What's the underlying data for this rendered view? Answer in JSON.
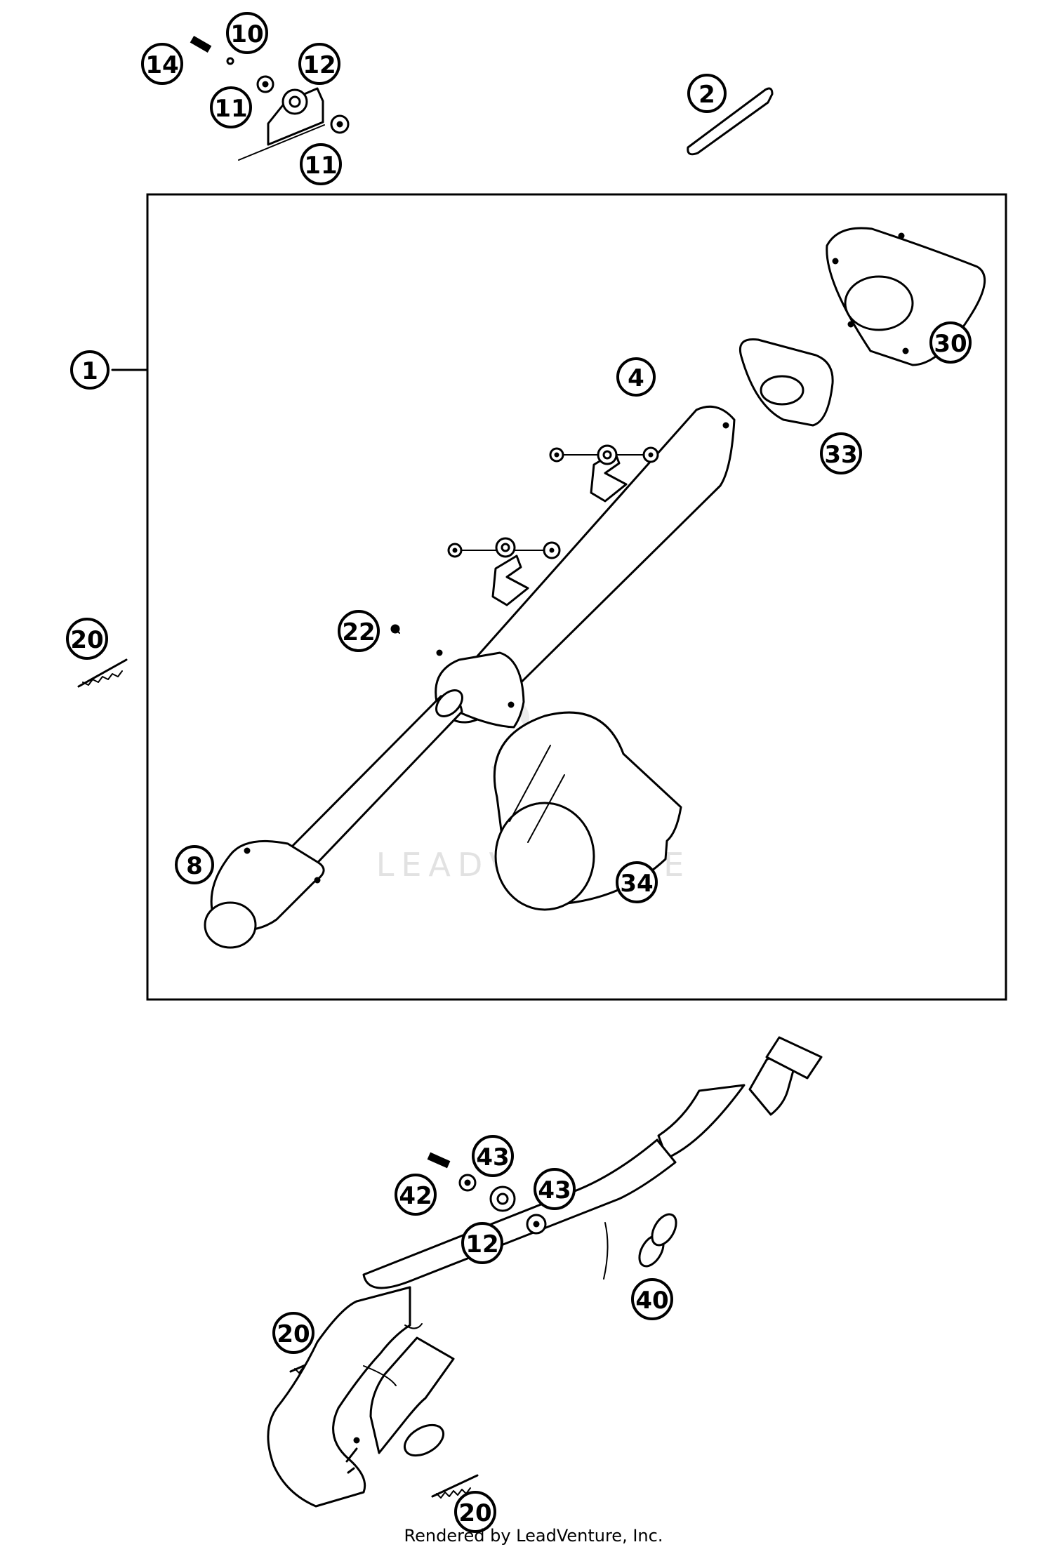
{
  "watermark": "LEADVENTURE",
  "credit": "Rendered by LeadVenture, Inc.",
  "callouts": {
    "c1": "1",
    "c2": "2",
    "c4": "4",
    "c8": "8",
    "c10": "10",
    "c11a": "11",
    "c11b": "11",
    "c12a": "12",
    "c12b": "12",
    "c14": "14",
    "c20a": "20",
    "c20b": "20",
    "c20c": "20",
    "c22": "22",
    "c30": "30",
    "c33": "33",
    "c34": "34",
    "c40": "40",
    "c42": "42",
    "c43a": "43",
    "c43b": "43"
  }
}
